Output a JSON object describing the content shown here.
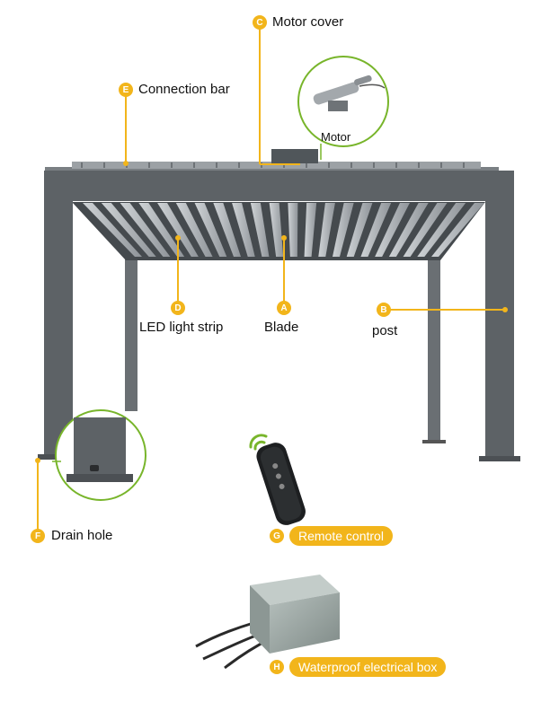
{
  "components": [
    {
      "letter": "A",
      "label": "Blade"
    },
    {
      "letter": "B",
      "label": "post"
    },
    {
      "letter": "C",
      "label": "Motor cover"
    },
    {
      "letter": "D",
      "label": "LED light strip"
    },
    {
      "letter": "E",
      "label": "Connection bar"
    },
    {
      "letter": "F",
      "label": "Drain hole"
    },
    {
      "letter": "G",
      "label": "Remote control"
    },
    {
      "letter": "H",
      "label": "Waterproof electrical box"
    }
  ],
  "insets": {
    "motor_label": "Motor"
  },
  "colors": {
    "accent": "#f2b51b",
    "frame": "#5d6266",
    "frame_dark": "#474b4f",
    "blade": "#b9bdc0",
    "box": "#9aa5a2"
  }
}
